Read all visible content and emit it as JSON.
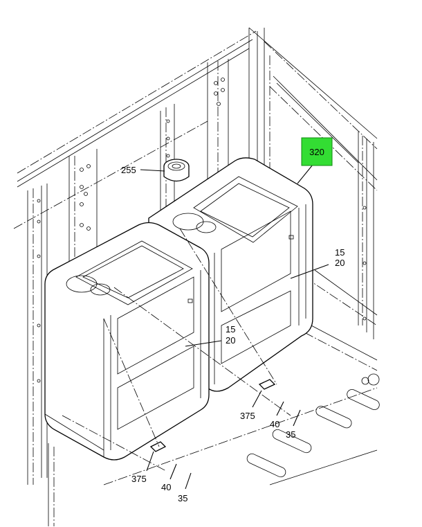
{
  "callouts": {
    "highlighted": "320",
    "cap": "255",
    "right_top_a": "15",
    "right_top_b": "20",
    "left_mid_a": "15",
    "left_mid_b": "20",
    "right_bracket": "375",
    "right_bolt": "40",
    "right_washer": "35",
    "left_bracket": "375",
    "left_bolt": "40",
    "left_washer": "35"
  },
  "colors": {
    "highlight_fill": "#33dd33",
    "highlight_border": "#118811",
    "line": "#000000",
    "background": "#ffffff"
  }
}
